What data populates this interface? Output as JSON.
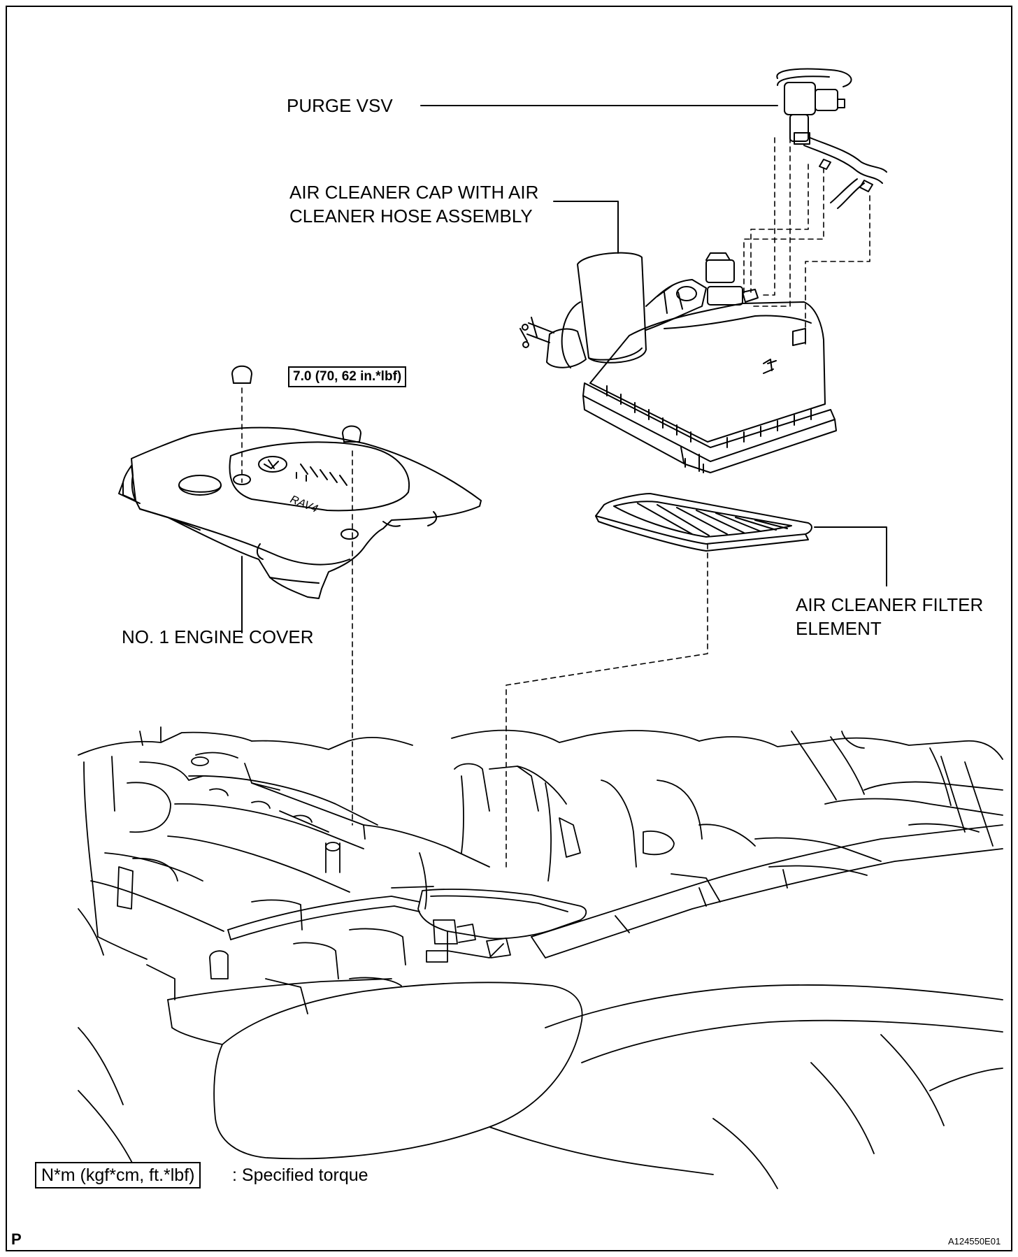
{
  "labels": {
    "purge_vsv": "PURGE VSV",
    "air_cleaner_cap": "AIR CLEANER CAP WITH AIR\nCLEANER HOSE ASSEMBLY",
    "engine_cover": "NO. 1 ENGINE COVER",
    "filter_element": "AIR CLEANER FILTER\nELEMENT"
  },
  "torque_spec": "7.0 (70, 62 in.*lbf)",
  "cover_logo_text": "RAV4",
  "legend": {
    "box_text": "N*m (kgf*cm, ft.*lbf)",
    "description": ": Specified torque"
  },
  "page_letter": "P",
  "figure_code": "A124550E01",
  "colors": {
    "line": "#000000",
    "background": "#ffffff"
  }
}
